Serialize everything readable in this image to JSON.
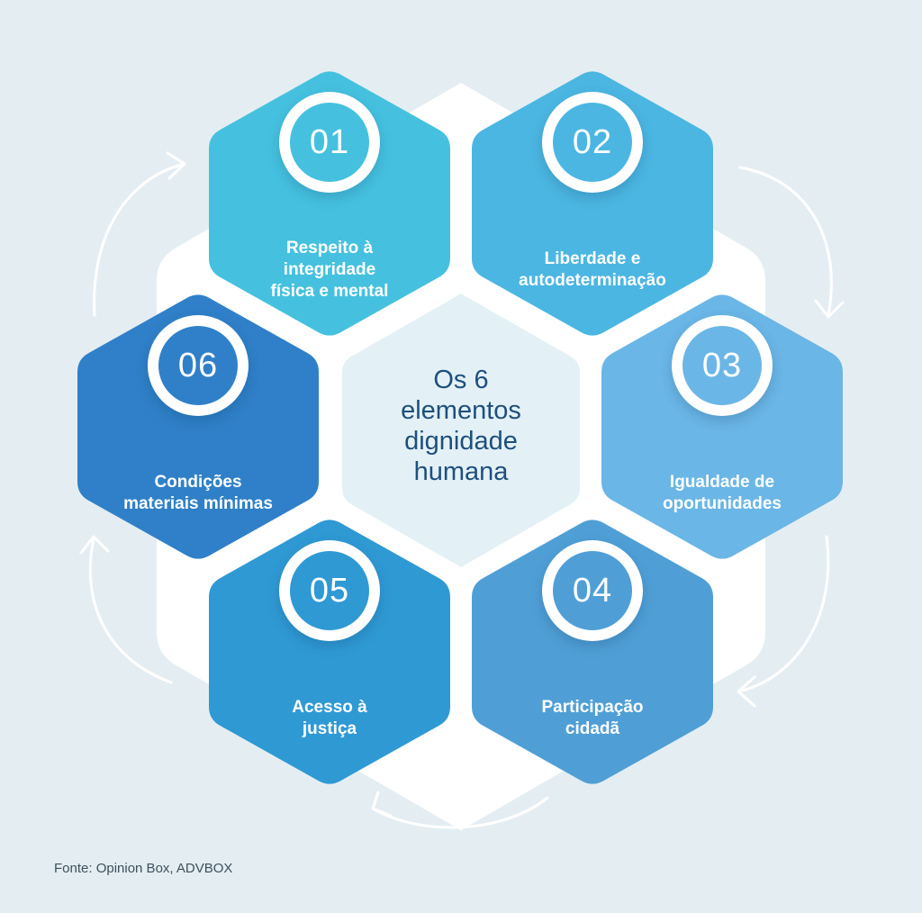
{
  "center": {
    "title": "Os 6\nelementos\ndignidade\nhumana"
  },
  "elements": [
    {
      "number": "01",
      "label": "Respeito à\nintegridade\nfísica e mental",
      "color": "#45c1df"
    },
    {
      "number": "02",
      "label": "Liberdade e\nautodeterminação",
      "color": "#4bb6e2"
    },
    {
      "number": "03",
      "label": "Igualdade de\noportunidades",
      "color": "#6ab6e6"
    },
    {
      "number": "04",
      "label": "Participação\ncidadã",
      "color": "#4f9fd6"
    },
    {
      "number": "05",
      "label": "Acesso à\njustiça",
      "color": "#2f99d4"
    },
    {
      "number": "06",
      "label": "Condições\nmateriais mínimas",
      "color": "#2f80c8"
    }
  ],
  "colors": {
    "background": "#e4eef2",
    "center_fill": "#e3f1f6",
    "center_text": "#1e4f7d",
    "arrows": "#ffffff"
  },
  "source": "Fonte: Opinion Box, ADVBOX"
}
